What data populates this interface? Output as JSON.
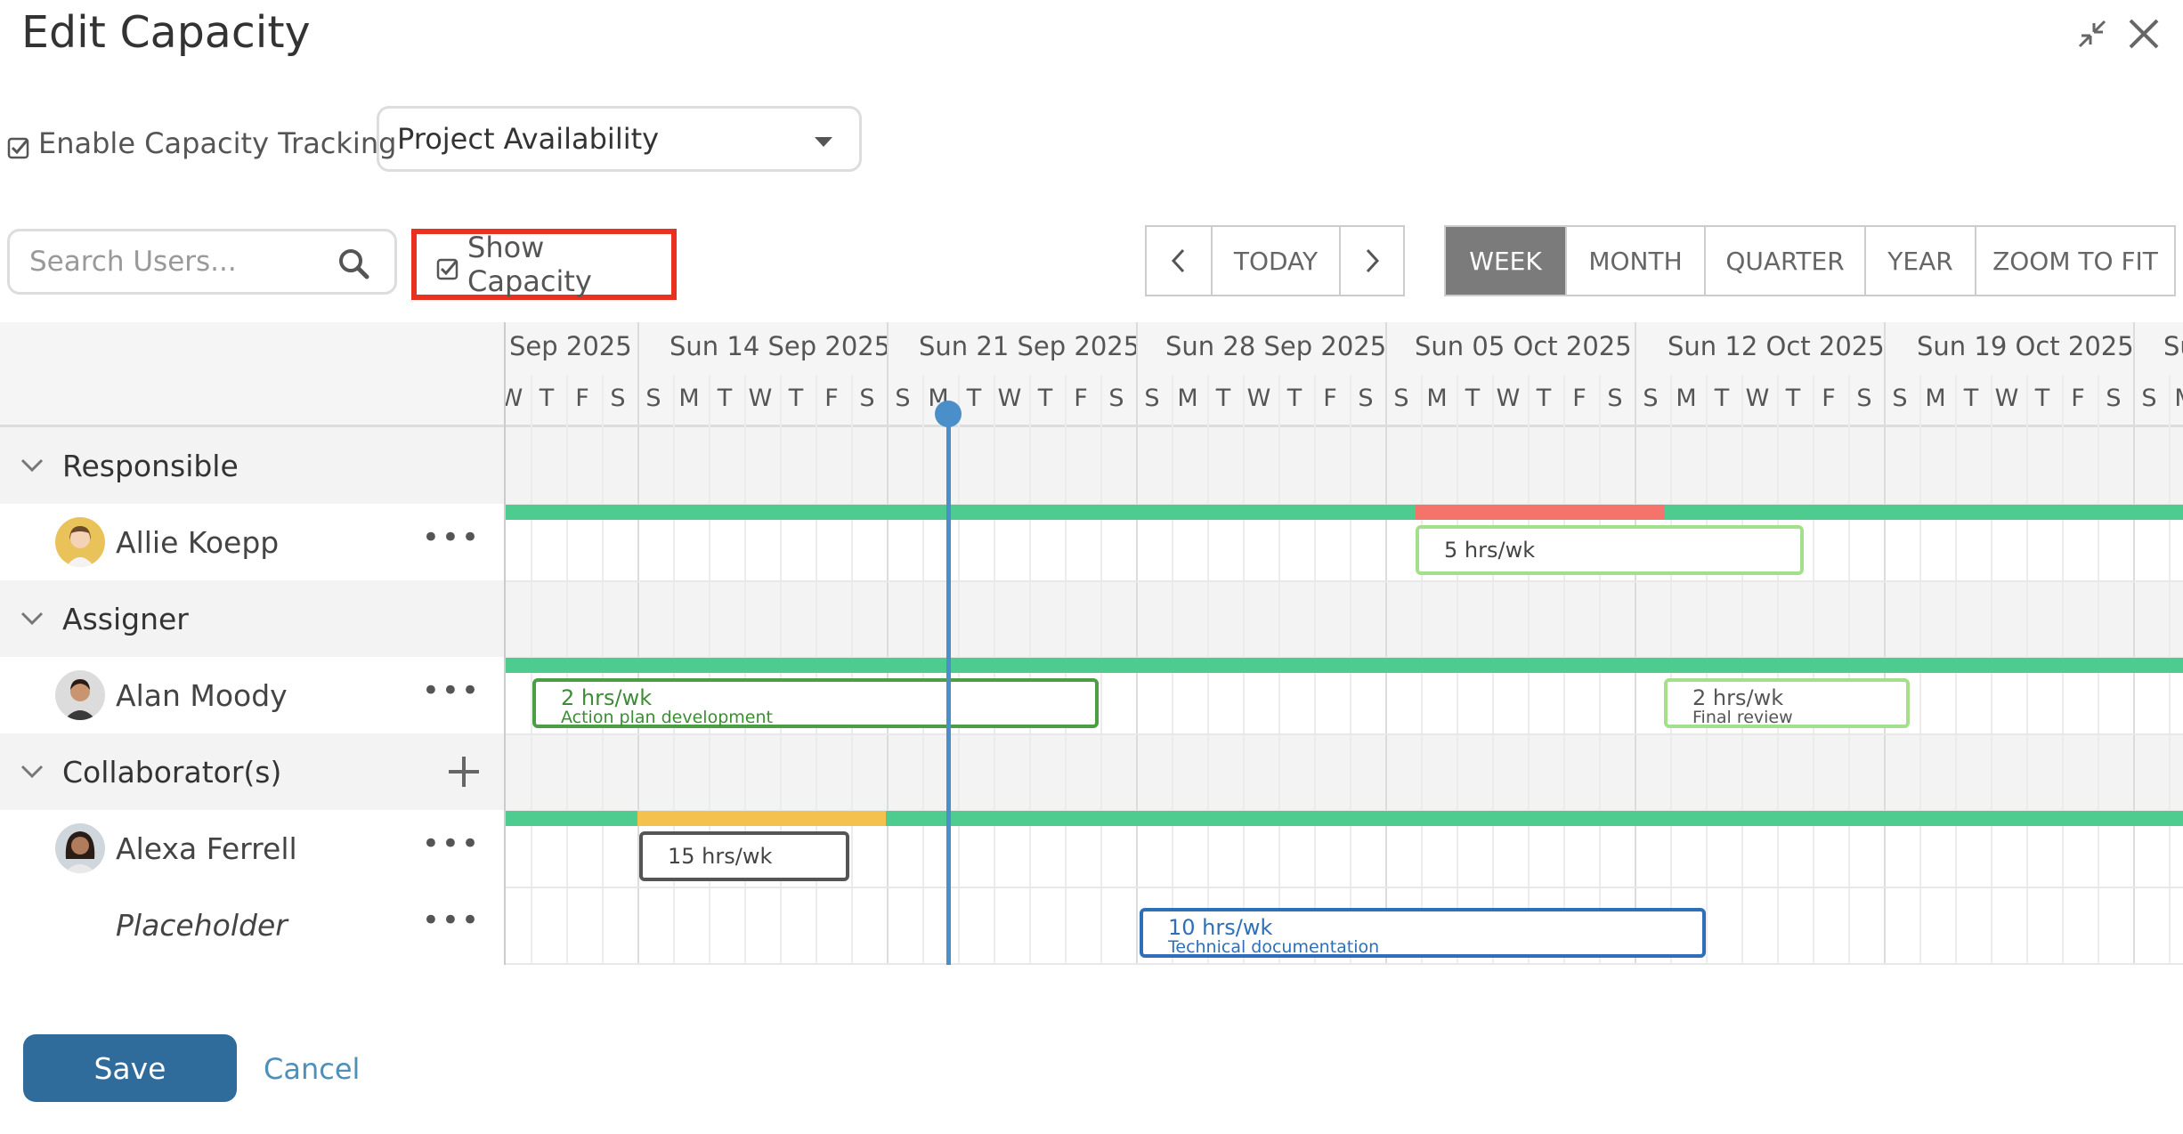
{
  "dialog": {
    "title": "Edit Capacity"
  },
  "settings": {
    "enable_label": "Enable Capacity Tracking",
    "mode_value": "Project Availability"
  },
  "toolbar": {
    "search_placeholder": "Search Users...",
    "show_capacity_label": "Show Capacity",
    "today_label": "TODAY",
    "views": [
      "WEEK",
      "MONTH",
      "QUARTER",
      "YEAR",
      "ZOOM TO FIT"
    ],
    "active_view": "WEEK"
  },
  "timeline": {
    "weeks": [
      "Sep 2025",
      "Sun 14 Sep 2025",
      "Sun 21 Sep 2025",
      "Sun 28 Sep 2025",
      "Sun 05 Oct 2025",
      "Sun 12 Oct 2025",
      "Sun 19 Oct 2025",
      "Su"
    ],
    "days": [
      "W",
      "T",
      "F",
      "S",
      "S",
      "M",
      "T",
      "W",
      "T",
      "F",
      "S",
      "S",
      "M",
      "T",
      "W",
      "T",
      "F",
      "S",
      "S",
      "M",
      "T",
      "W",
      "T",
      "F",
      "S",
      "S",
      "M",
      "T",
      "W",
      "T",
      "F",
      "S",
      "S",
      "M",
      "T",
      "W",
      "T",
      "F",
      "S",
      "S",
      "M",
      "T",
      "W",
      "T",
      "F",
      "S",
      "S",
      "M"
    ]
  },
  "rows": [
    {
      "type": "group",
      "label": "Responsible"
    },
    {
      "type": "user",
      "name": "Allie Koepp"
    },
    {
      "type": "group",
      "label": "Assigner"
    },
    {
      "type": "user",
      "name": "Alan Moody"
    },
    {
      "type": "group",
      "label": "Collaborator(s)"
    },
    {
      "type": "user",
      "name": "Alexa Ferrell"
    },
    {
      "type": "placeholder",
      "name": "Placeholder"
    }
  ],
  "bars": {
    "allie": {
      "hrs": "5 hrs/wk"
    },
    "alan1": {
      "hrs": "2 hrs/wk",
      "sub": "Action plan development"
    },
    "alan2": {
      "hrs": "2 hrs/wk",
      "sub": "Final review"
    },
    "alexa": {
      "hrs": "15 hrs/wk"
    },
    "placeholder": {
      "hrs": "10 hrs/wk",
      "sub": "Technical documentation"
    }
  },
  "footer": {
    "save_label": "Save",
    "cancel_label": "Cancel"
  },
  "colors": {
    "capacity_ok": "#4ecb8e",
    "capacity_over": "#f4736b",
    "capacity_warn": "#f4c04e",
    "today": "#4b8fca",
    "primary": "#2f6b9b",
    "highlight": "#e8321f"
  }
}
